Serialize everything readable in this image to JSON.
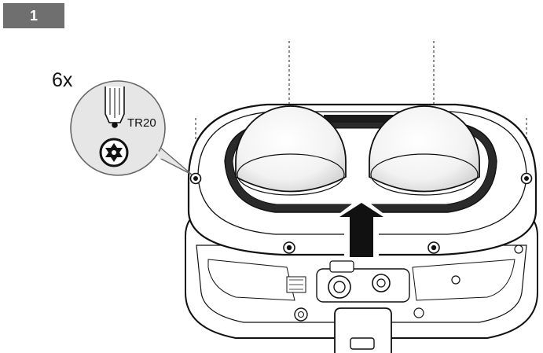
{
  "step": {
    "number": "1"
  },
  "callout": {
    "quantity": "6x",
    "bit_size": "TR20"
  },
  "colors": {
    "badge": "#6f6f6f",
    "ink": "#111111",
    "paper": "#ffffff"
  },
  "icons": [
    "torx-driver-icon",
    "torx-head-icon",
    "arrow-up-icon"
  ]
}
